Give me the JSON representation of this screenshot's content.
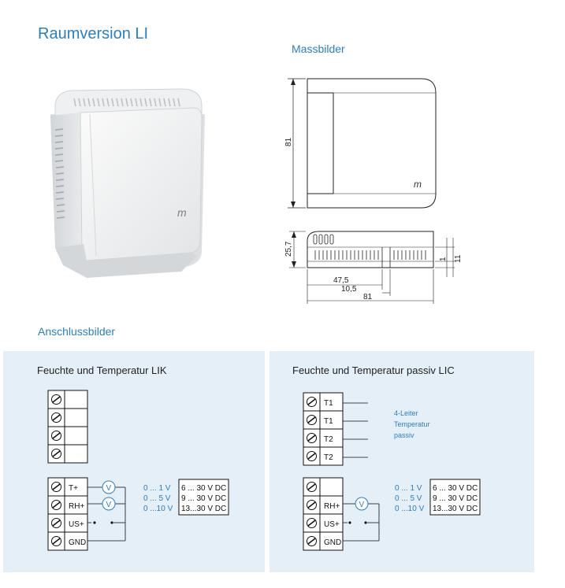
{
  "header": {
    "title": "Raumversion LI",
    "dimensions_heading": "Massbilder",
    "connections_heading": "Anschlussbilder"
  },
  "drawing": {
    "height_81": "81",
    "depth_25_7": "25,7",
    "dim_47_5": "47,5",
    "dim_10_5": "10,5",
    "dim_81": "81",
    "dim_1": "1",
    "dim_11": "11"
  },
  "panel_lik": {
    "title": "Feuchte und Temperatur LIK",
    "terminals": [
      "T+",
      "RH+",
      "US+",
      "GND"
    ],
    "ranges": [
      "0 ...  1 V",
      "0 ...  5 V",
      "0 ...10 V"
    ],
    "supply": [
      "6 ... 30 V DC",
      "9 ... 30 V DC",
      "13...30 V DC"
    ],
    "meter_label": "V"
  },
  "panel_lic": {
    "title": "Feuchte und Temperatur passiv LIC",
    "top_terminals": [
      "T1",
      "T1",
      "T2",
      "T2"
    ],
    "note": [
      "4-Leiter",
      "Temperatur",
      "passiv"
    ],
    "terminals": [
      "",
      "RH+",
      "US+",
      "GND"
    ],
    "ranges": [
      "0 ...  1 V",
      "0 ...  5 V",
      "0 ...10 V"
    ],
    "supply": [
      "6 ... 30 V DC",
      "9 ... 30 V DC",
      "13...30 V DC"
    ],
    "meter_label": "V"
  },
  "colors": {
    "accent": "#2a7fc0",
    "panel_bg": "#e4eff7"
  }
}
